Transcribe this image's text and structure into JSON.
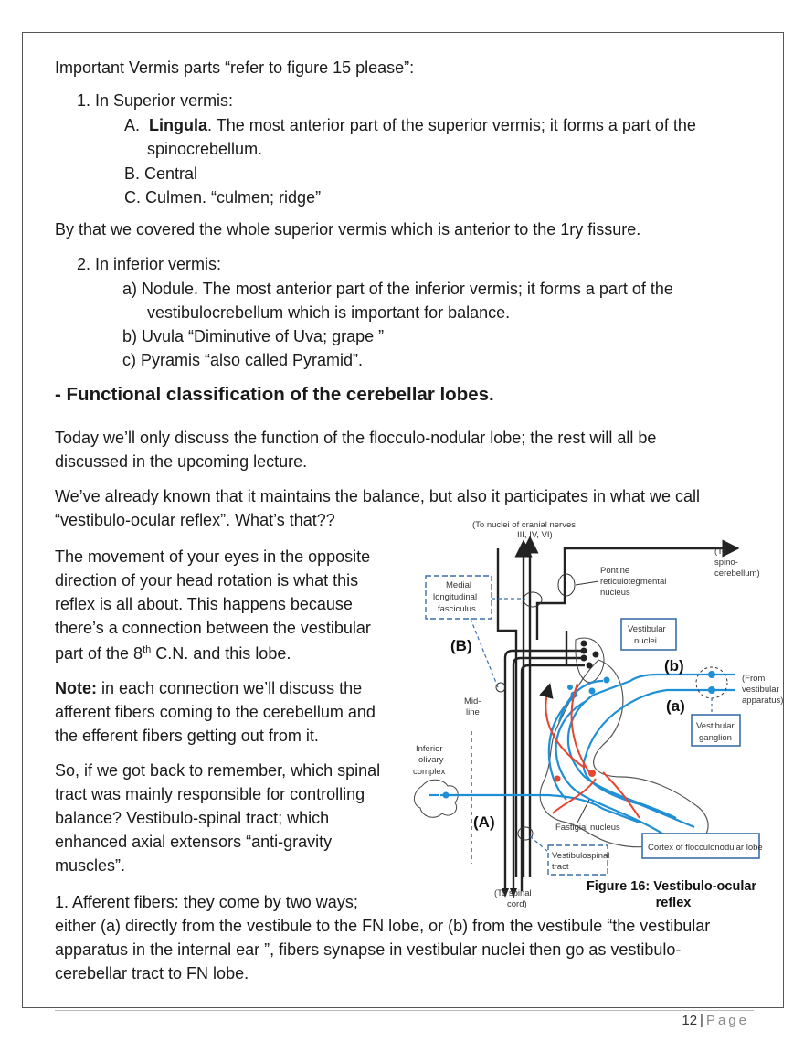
{
  "intro": "Important Vermis parts “refer to figure 15 please”:",
  "superior": {
    "title": "1.  In Superior vermis:",
    "a_prefix": "A.",
    "a_bold": "Lingula",
    "a_rest": ". The most anterior part of the superior vermis; it forms a part of the",
    "a_cont": "spinocrebellum.",
    "b": "B.  Central",
    "c": "C.  Culmen. “culmen; ridge”"
  },
  "covered": "By that we covered the whole superior vermis which is anterior to the 1ry fissure.",
  "inferior": {
    "title": "2.  In inferior vermis:",
    "a": "a)  Nodule. The most anterior part of the inferior vermis; it forms a part of the",
    "a_cont": "vestibulocrebellum which is important for balance.",
    "b": "b)  Uvula “Diminutive of Uva; grape ”",
    "c": "c)  Pyramis “also called Pyramid”."
  },
  "heading": "- Functional classification of the cerebellar lobes.",
  "p1_l1": "Today we’ll only discuss the function of the flocculo-nodular lobe; the rest will all be",
  "p1_l2": "discussed in the upcoming lecture.",
  "p2_l1": "We’ve already known that it maintains the balance, but also it participates in what we call",
  "p2_l2": "“vestibulo-ocular reflex”. What’s that??",
  "p3": [
    "The movement of your eyes in the opposite",
    "direction of your head rotation is what this",
    "reflex is all about. This happens because",
    "there’s a connection between the vestibular"
  ],
  "p3_last_a": "part of the 8",
  "p3_sup": "th",
  "p3_last_b": " C.N. and this lobe.",
  "note_label": "Note:",
  "note_l1": " in each connection we’ll discuss the",
  "note_l2": "afferent fibers coming to the cerebellum and",
  "note_l3": "the efferent fibers getting out from it.",
  "p4": [
    "So, if we got back to remember, which spinal",
    "tract was mainly responsible for controlling",
    "balance? Vestibulo-spinal tract; which",
    "enhanced axial extensors “anti-gravity",
    "muscles”."
  ],
  "p5_l1": "1. Afferent fibers: they come by two ways;",
  "p5_l2": "either (a) directly from the vestibule to the FN lobe, or (b) from the vestibule “the vestibular",
  "p5_l3": "apparatus in the internal ear ”, fibers synapse in vestibular nuclei then go as vestibulo-",
  "p5_l4": "cerebellar tract to FN lobe.",
  "figure": {
    "caption_l1": "Figure 16: Vestibulo-ocular",
    "caption_l2": "reflex",
    "to_cranial_1": "(To nuclei of cranial nerves",
    "to_cranial_2": "III, IV, VI)",
    "to_spino_1": "(To",
    "to_spino_2": "spino-",
    "to_spino_3": "cerebellum)",
    "pontine_1": "Pontine",
    "pontine_2": "reticulotegmental",
    "pontine_3": "nucleus",
    "mlf_1": "Medial",
    "mlf_2": "longitudinal",
    "mlf_3": "fasciculus",
    "vest_nuclei_1": "Vestibular",
    "vest_nuclei_2": "nuclei",
    "label_B": "(B)",
    "label_b": "(b)",
    "label_a": "(a)",
    "label_A": "(A)",
    "from_vest_1": "(From",
    "from_vest_2": "vestibular",
    "from_vest_3": "apparatus)",
    "midline_1": "Mid-",
    "midline_2": "line",
    "vest_ganglion_1": "Vestibular",
    "vest_ganglion_2": "ganglion",
    "inf_olivary_1": "Inferior",
    "inf_olivary_2": "olivary",
    "inf_olivary_3": "complex",
    "fastigial": "Fastigial nucleus",
    "cortex": "Cortex of flocculonodular lobe",
    "vst_1": "Vestibulospinal",
    "vst_2": "tract",
    "to_spinal_1": "(To spinal",
    "to_spinal_2": "cord)",
    "colors": {
      "blue": "#1f8fd6",
      "red": "#e8452f",
      "box_border": "#3a6fa8",
      "dark": "#222222"
    }
  },
  "page": {
    "number": "12",
    "sep": "|",
    "word": "Page"
  }
}
